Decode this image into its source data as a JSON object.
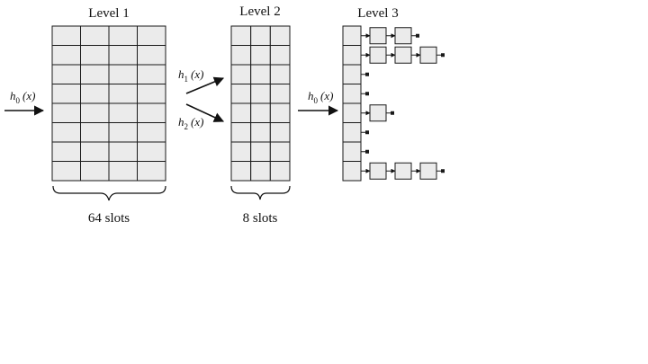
{
  "levels": [
    {
      "title": "Level 1",
      "caption": "64 slots",
      "cols": 4,
      "rows": 8
    },
    {
      "title": "Level 2",
      "caption": "8 slots",
      "cols": 3,
      "rows": 8
    },
    {
      "title": "Level 3",
      "chains": [
        2,
        3,
        0,
        0,
        1,
        0,
        0,
        3
      ]
    }
  ],
  "functions": {
    "h0": {
      "name": "h",
      "sub": "0",
      "arg": "(x)"
    },
    "h1": {
      "name": "h",
      "sub": "1",
      "arg": "(x)"
    },
    "h2": {
      "name": "h",
      "sub": "2",
      "arg": "(x)"
    }
  },
  "colors": {
    "cell_fill": "#ebebeb",
    "stroke": "#1a1a1a"
  }
}
